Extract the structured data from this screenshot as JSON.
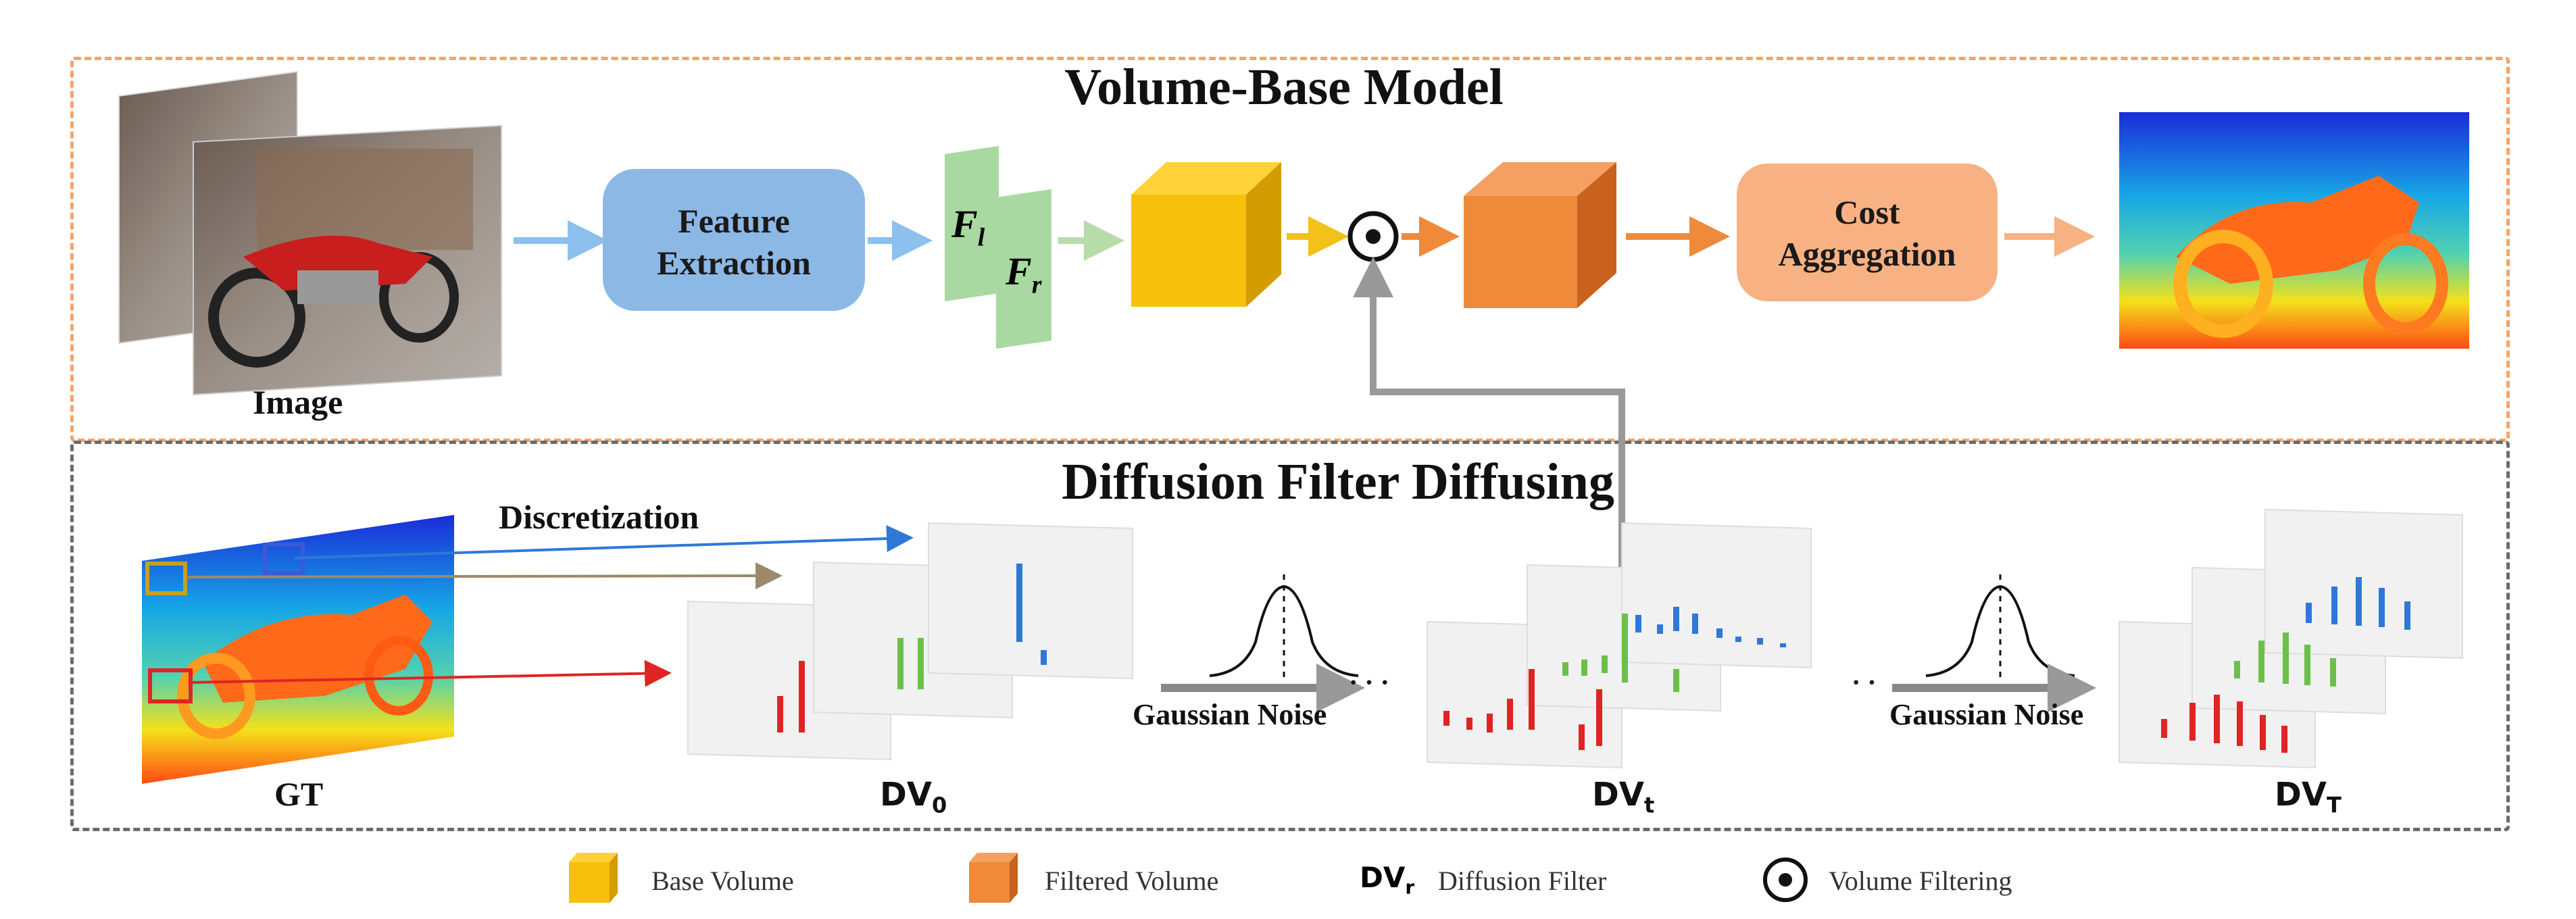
{
  "top_section": {
    "title": "Volume-Base Model",
    "input_label": "Image",
    "feature_block": "Feature Extraction",
    "feature_left": "F",
    "feature_left_sub": "l",
    "feature_right": "F",
    "feature_right_sub": "r",
    "cost_block": "Cost Aggregation"
  },
  "bottom_section": {
    "title": "Diffusion Filter Diffusing",
    "gt_label": "GT",
    "discretization_label": "Discretization",
    "noise_label_1": "Gaussian Noise",
    "noise_label_2": "Gaussian Noise",
    "ellipsis_1": "· · ·",
    "ellipsis_2": "· ·",
    "dv0": "DV",
    "dv0_sub": "0",
    "dvt": "DV",
    "dvt_sub": "t",
    "dvT": "DV",
    "dvT_sub": "T"
  },
  "legend": {
    "base_volume": "Base Volume",
    "filtered_volume": "Filtered Volume",
    "dv_symbol": "DV",
    "dv_sub": "r",
    "diffusion_filter": "Diffusion Filter",
    "volume_filtering": "Volume Filtering"
  },
  "colors": {
    "top_border": "#f4a46a",
    "bottom_border": "#6b6b6b",
    "blue_block": "#8cb8e6",
    "green_feature": "#a8d9a0",
    "yellow_cube": "#f7c00a",
    "orange_cube": "#ee8a3a",
    "cost_block": "#f7b183",
    "bar_red": "#e02424",
    "bar_green": "#6cc04a",
    "bar_blue": "#2f78d8"
  }
}
